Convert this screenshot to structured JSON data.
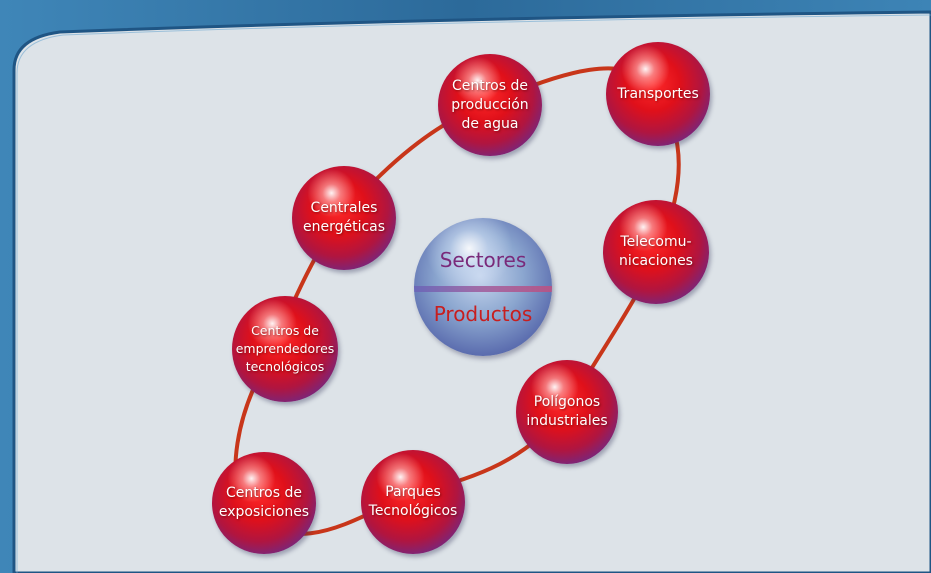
{
  "center": {
    "top_label": "Sectores",
    "bottom_label": "Productos"
  },
  "nodes": [
    {
      "id": "agua",
      "label": "Centros de\nproducción\nde agua"
    },
    {
      "id": "transportes",
      "label": "Transportes"
    },
    {
      "id": "telecom",
      "label": "Telecomu-\nnicaciones"
    },
    {
      "id": "poligonos",
      "label": "Polígonos\nindustriales"
    },
    {
      "id": "parques",
      "label": "Parques\nTecnológicos"
    },
    {
      "id": "exposiciones",
      "label": "Centros de\nexposiciones"
    },
    {
      "id": "emprendedores",
      "label": "Centros de\nemprendedores\ntecnológicos"
    },
    {
      "id": "energeticas",
      "label": "Centrales\nenergéticas"
    }
  ],
  "colors": {
    "orbit_line": "#c8361a",
    "panel_bg": "#dde3e8",
    "frame_border": "#1f5584"
  }
}
